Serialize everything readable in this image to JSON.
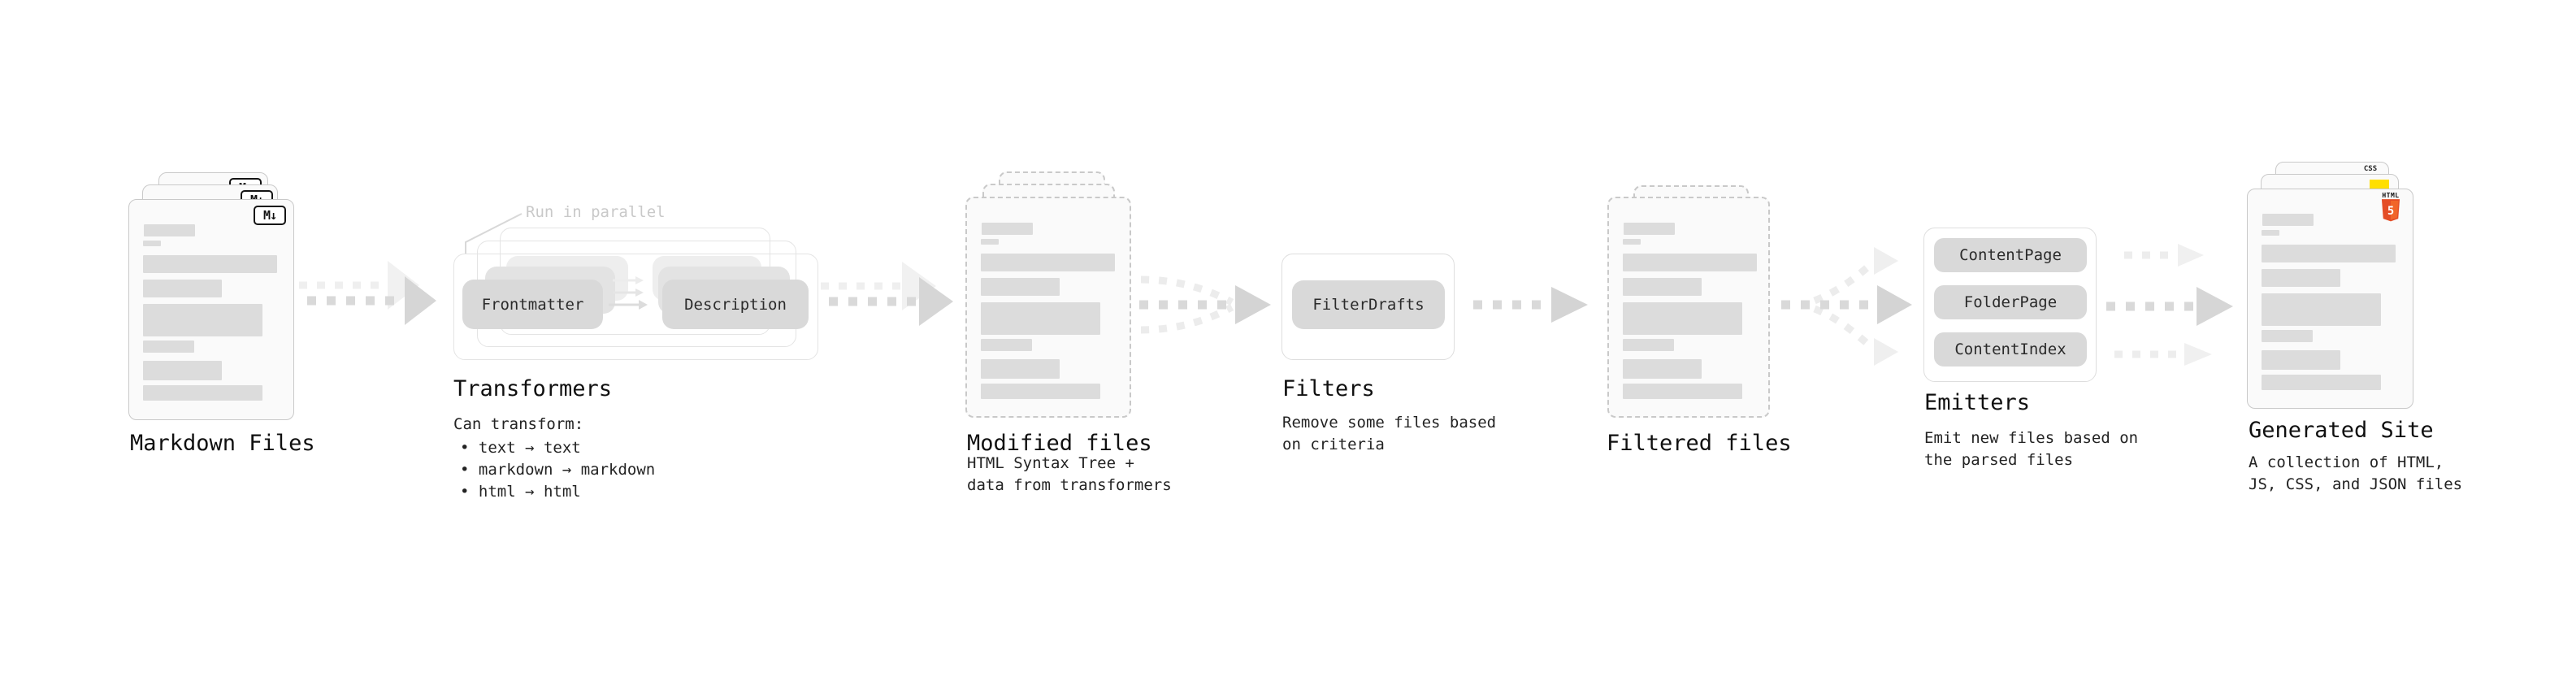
{
  "diagram": {
    "markdown": {
      "title": "Markdown Files",
      "badge": "M↓"
    },
    "transformers": {
      "annotation": "Run in parallel",
      "pill_left": "Frontmatter",
      "pill_right": "Description",
      "title": "Transformers",
      "caption_heading": "Can transform:",
      "bullets": [
        "• text → text",
        "• markdown → markdown",
        "• html → html"
      ]
    },
    "modified": {
      "title": "Modified files",
      "caption": "HTML Syntax Tree +\ndata from transformers"
    },
    "filters": {
      "pill": "FilterDrafts",
      "title": "Filters",
      "caption": "Remove some files based\non criteria"
    },
    "filtered": {
      "title": "Filtered files"
    },
    "emitters": {
      "pills": [
        "ContentPage",
        "FolderPage",
        "ContentIndex"
      ],
      "title": "Emitters",
      "caption": "Emit new files based on\nthe parsed files"
    },
    "generated": {
      "title": "Generated Site",
      "caption": "A collection of HTML,\nJS, CSS, and JSON files",
      "badge_css": "CSS",
      "badge_html_label": "HTML",
      "badge_html_number": "5"
    }
  },
  "colors": {
    "arrow_main": "#d9d9d9",
    "arrow_head": "#d4d4d4",
    "arrow_ghost": "#efefef",
    "card_bg": "#fafafa",
    "bar_gray": "#dcdcdc",
    "pill_bg": "#d9d9d9",
    "css_blue": "#2760e6",
    "js_yellow": "#ffdf00",
    "html5_orange": "#e44d26"
  }
}
